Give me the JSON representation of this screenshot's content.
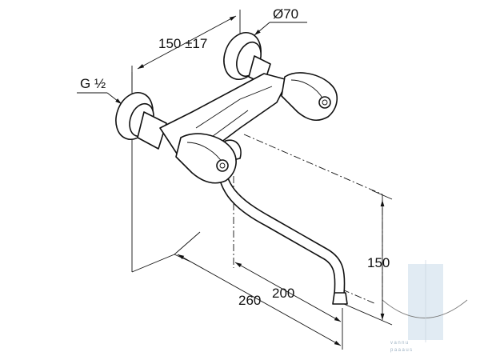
{
  "dimensions": {
    "spacing": "150 ±17",
    "flange_diameter": "Ø70",
    "thread": "G ½",
    "height": "150",
    "total_reach": "260",
    "spout_reach": "200"
  },
  "watermark": {
    "line1": "vannu",
    "line2": "paaaus"
  },
  "colors": {
    "ink": "#111111",
    "watermark": "#c9dcea"
  }
}
